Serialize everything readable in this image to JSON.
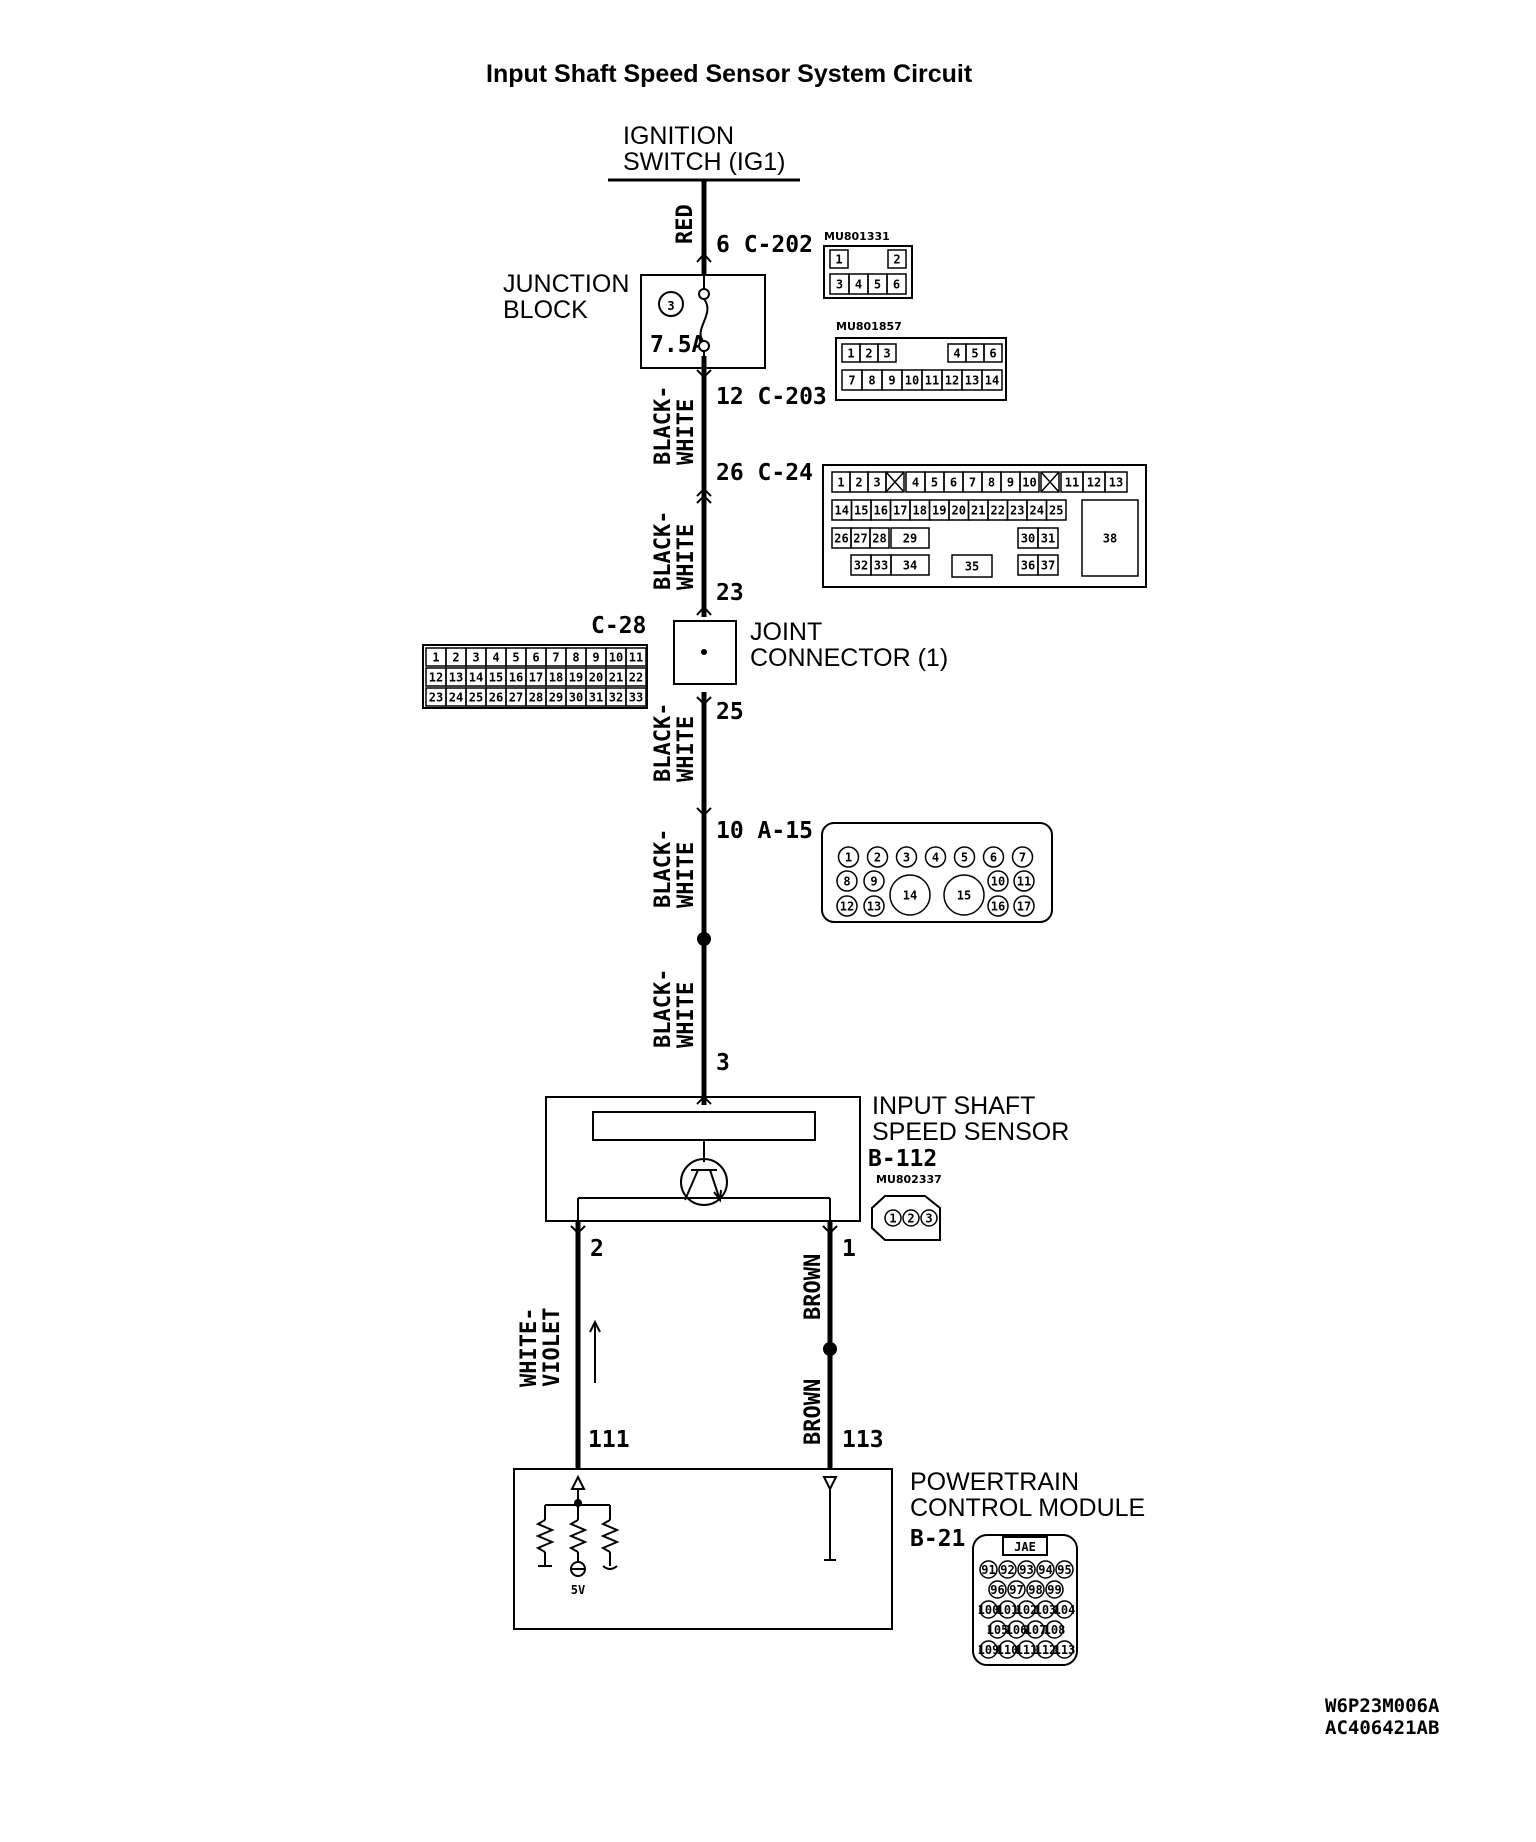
{
  "title": "Input Shaft Speed Sensor System Circuit",
  "ignition": {
    "line1": "IGNITION",
    "line2": "SWITCH (IG1)"
  },
  "junction_block": {
    "line1": "JUNCTION",
    "line2": "BLOCK",
    "fuse_no": "3",
    "fuse_rating": "7.5A"
  },
  "joint_connector": {
    "line1": "JOINT",
    "line2": "CONNECTOR (1)"
  },
  "sensor": {
    "line1": "INPUT SHAFT",
    "line2": "SPEED SENSOR",
    "connector": "B-112",
    "part_no": "MU802337"
  },
  "pcm": {
    "line1": "POWERTRAIN",
    "line2": "CONTROL MODULE",
    "connector": "B-21",
    "maker": "JAE",
    "voltage": "5V"
  },
  "wire_colors": {
    "red": "RED",
    "bw1": "BLACK-",
    "bw2": "WHITE",
    "wv1": "WHITE-",
    "wv2": "VIOLET",
    "brown": "BROWN"
  },
  "pins": {
    "p_6_c202": "6  C-202",
    "p_12_c203": "12  C-203",
    "p_26_c24": "26  C-24",
    "p_23": "23",
    "p_25": "25",
    "p_10_a15": "10  A-15",
    "p_3": "3",
    "p_2": "2",
    "p_1": "1",
    "p_111": "111",
    "p_113": "113",
    "c28": "C-28"
  },
  "part_numbers": {
    "c202": "MU801331",
    "c203": "MU801857"
  },
  "connector_pins": {
    "c202": {
      "top": [
        "1",
        "2"
      ],
      "bottom": [
        "3",
        "4",
        "5",
        "6"
      ]
    },
    "c203": {
      "top": [
        "1",
        "2",
        "3",
        "4",
        "5",
        "6"
      ],
      "bottom": [
        "7",
        "8",
        "9",
        "10",
        "11",
        "12",
        "13",
        "14"
      ]
    },
    "c24": {
      "row1a": [
        "1",
        "2",
        "3"
      ],
      "row1b": [
        "4",
        "5",
        "6",
        "7",
        "8",
        "9",
        "10"
      ],
      "row1c": [
        "11",
        "12",
        "13"
      ],
      "row2": [
        "14",
        "15",
        "16",
        "17",
        "18",
        "19",
        "20",
        "21",
        "22",
        "23",
        "24",
        "25"
      ],
      "row3a": [
        "26",
        "27",
        "28"
      ],
      "row3b": "29",
      "row3c": [
        "30",
        "31"
      ],
      "row4a": [
        "32",
        "33"
      ],
      "row4b": "34",
      "row4c": "35",
      "row4d": [
        "36",
        "37"
      ],
      "big": "38"
    },
    "c28": {
      "row1": [
        "1",
        "2",
        "3",
        "4",
        "5",
        "6",
        "7",
        "8",
        "9",
        "10",
        "11"
      ],
      "row2": [
        "12",
        "13",
        "14",
        "15",
        "16",
        "17",
        "18",
        "19",
        "20",
        "21",
        "22"
      ],
      "row3": [
        "23",
        "24",
        "25",
        "26",
        "27",
        "28",
        "29",
        "30",
        "31",
        "32",
        "33"
      ]
    },
    "a15": {
      "row1": [
        "1",
        "2",
        "3",
        "4",
        "5",
        "6",
        "7"
      ],
      "row2": [
        "8",
        "9",
        "10",
        "11"
      ],
      "row3": [
        "12",
        "13",
        "16",
        "17"
      ],
      "big": [
        "14",
        "15"
      ]
    },
    "b112": [
      "1",
      "2",
      "3"
    ],
    "b21": {
      "row1": [
        "91",
        "92",
        "93",
        "94",
        "95"
      ],
      "row2": [
        "96",
        "97",
        "98",
        "99"
      ],
      "row3": [
        "100",
        "101",
        "102",
        "103",
        "104"
      ],
      "row4": [
        "105",
        "106",
        "107",
        "108"
      ],
      "row5": [
        "109",
        "110",
        "111",
        "112",
        "113"
      ]
    }
  },
  "footer": {
    "code1": "W6P23M006A",
    "code2": "AC406421AB"
  }
}
